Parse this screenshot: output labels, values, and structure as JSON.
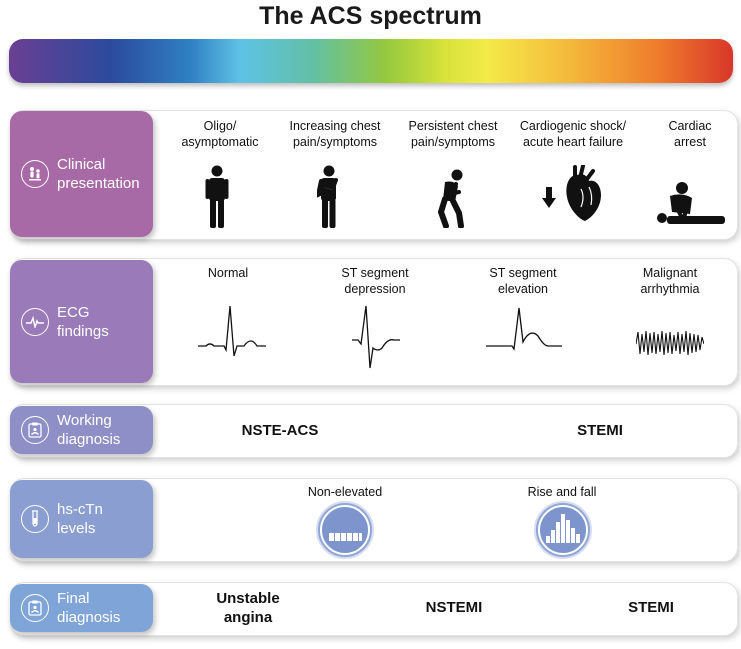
{
  "title": "The ACS spectrum",
  "colors": {
    "clinical": "#a86aa6",
    "ecg": "#9a7ab8",
    "working": "#8f8fc8",
    "hs_ctn": "#8a9ed2",
    "final": "#7fa4d8"
  },
  "rows": {
    "clinical": {
      "label": "Clinical\npresentation",
      "icon": "person-care-icon",
      "items": [
        {
          "caption": "Oligo/\nasymptomatic",
          "icon": "standing-person-icon"
        },
        {
          "caption": "Increasing chest\npain/symptoms",
          "icon": "person-chest-pain-icon"
        },
        {
          "caption": "Persistent chest\npain/symptoms",
          "icon": "person-bent-pain-icon"
        },
        {
          "caption": "Cardiogenic shock/\nacute heart failure",
          "icon": "heart-down-arrow-icon"
        },
        {
          "caption": "Cardiac\narrest",
          "icon": "cpr-icon"
        }
      ]
    },
    "ecg": {
      "label": "ECG\nfindings",
      "icon": "ecg-wave-icon",
      "items": [
        {
          "caption": "Normal",
          "icon": "normal-ecg-trace"
        },
        {
          "caption": "ST segment\ndepression",
          "icon": "st-depression-ecg-trace"
        },
        {
          "caption": "ST segment\nelevation",
          "icon": "st-elevation-ecg-trace"
        },
        {
          "caption": "Malignant\narrhythmia",
          "icon": "arrhythmia-ecg-trace"
        }
      ]
    },
    "working": {
      "label": "Working\ndiagnosis",
      "icon": "clipboard-icon",
      "items": [
        "NSTE-ACS",
        "STEMI"
      ]
    },
    "hs_ctn": {
      "label": "hs-cTn\nlevels",
      "icon": "test-tube-icon",
      "items": [
        {
          "caption": "Non-elevated",
          "icon": "flat-bars-icon"
        },
        {
          "caption": "Rise and fall",
          "icon": "peak-bars-icon"
        }
      ]
    },
    "final": {
      "label": "Final\ndiagnosis",
      "icon": "clipboard-icon",
      "items": [
        "Unstable\nangina",
        "NSTEMI",
        "STEMI"
      ]
    }
  }
}
